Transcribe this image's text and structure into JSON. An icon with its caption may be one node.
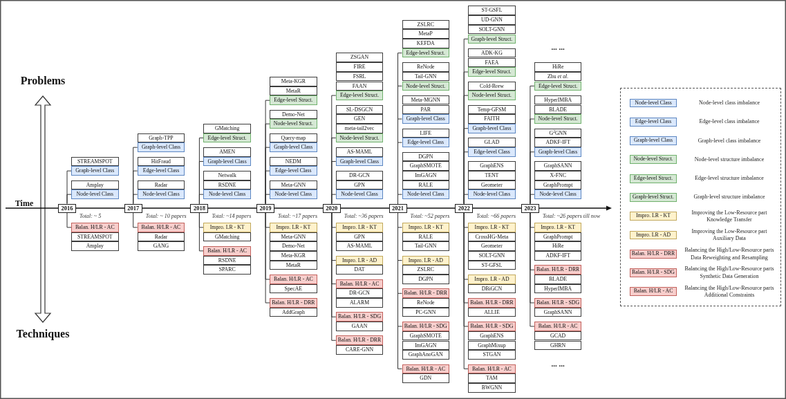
{
  "diagram": {
    "nodes": [
      {
        "text": [
          "STREAMSPOT"
        ]
      },
      {
        "text": [
          "Graph-level Class"
        ]
      },
      {
        "text": [
          "Amplay"
        ]
      },
      {
        "text": [
          "Node-level Class"
        ]
      },
      {
        "text": [
          "2016"
        ],
        "beside": [
          "Total: ~ 5"
        ]
      },
      {
        "text": [
          "Balan. H/LR - AC"
        ]
      },
      {
        "text": [
          "STREAMSPOT"
        ]
      },
      {
        "text": [
          "Amplay"
        ]
      },
      {
        "text": [
          "Graph-TPP"
        ]
      },
      {
        "text": [
          "Graph-level Class"
        ]
      },
      {
        "text": [
          "HitFraud"
        ]
      },
      {
        "text": [
          "Edge-level Class"
        ]
      },
      {
        "text": [
          "Radar"
        ]
      },
      {
        "text": [
          "Node-level Class"
        ]
      },
      {
        "text": [
          "2017"
        ],
        "beside": [
          "Total: ~ 10 papers"
        ]
      },
      {
        "text": [
          "Balan. H/LR - AC"
        ]
      },
      {
        "text": [
          "Radar"
        ]
      },
      {
        "text": [
          "GANG"
        ]
      },
      {
        "text": [
          "GMatching"
        ]
      },
      {
        "text": [
          "Edge-level Struct."
        ]
      },
      {
        "text": [
          "AMEN"
        ]
      },
      {
        "text": [
          "Graph-level Class"
        ]
      },
      {
        "text": [
          "Netwalk"
        ]
      },
      {
        "text": [
          "RSDNE"
        ]
      },
      {
        "text": [
          "Node-level Class"
        ]
      },
      {
        "text": [
          "2018"
        ],
        "beside": [
          "Total: ~14 papers"
        ]
      },
      {
        "text": [
          "Impro. LR - KT"
        ]
      },
      {
        "text": [
          "GMatching"
        ]
      },
      {
        "text": [
          "Balan. H/LR - AC"
        ]
      },
      {
        "text": [
          "RSDNE"
        ]
      },
      {
        "text": [
          "SPARC"
        ]
      },
      {
        "text": [
          "Meta-KGR"
        ]
      },
      {
        "text": [
          "MetaR"
        ]
      },
      {
        "text": [
          "Edge-level Struct."
        ]
      },
      {
        "text": [
          "Demo-Net"
        ]
      },
      {
        "text": [
          "Node-level Struct."
        ]
      },
      {
        "text": [
          "Query-map"
        ]
      },
      {
        "text": [
          "Graph-level Class"
        ]
      },
      {
        "text": [
          "NEDM"
        ]
      },
      {
        "text": [
          "Edge-level Class"
        ]
      },
      {
        "text": [
          "Meta-GNN"
        ]
      },
      {
        "text": [
          "Node-level Class"
        ]
      },
      {
        "text": [
          "2019"
        ],
        "beside": [
          "Total: ~17 papers"
        ]
      },
      {
        "text": [
          "Impro. LR - KT"
        ]
      },
      {
        "text": [
          "Meta-GNN"
        ]
      },
      {
        "text": [
          "Demo-Net"
        ]
      },
      {
        "text": [
          "Meta-KGR"
        ]
      },
      {
        "text": [
          "MetaR"
        ]
      },
      {
        "text": [
          "Balan. H/LR - AC"
        ]
      },
      {
        "text": [
          "SpecAE"
        ]
      },
      {
        "text": [
          "Balan. H/LR - DRR"
        ]
      },
      {
        "text": [
          "AddGraph"
        ]
      },
      {
        "text": [
          "ZSGAN"
        ]
      },
      {
        "text": [
          "FIRE"
        ]
      },
      {
        "text": [
          "FSRL"
        ]
      },
      {
        "text": [
          "FAAN"
        ]
      },
      {
        "text": [
          "Edge-level Struct."
        ]
      },
      {
        "text": [
          "SL-DSGCN"
        ]
      },
      {
        "text": [
          "GEN"
        ]
      },
      {
        "text": [
          "meta-tail2vec"
        ]
      },
      {
        "text": [
          "Node-level Struct."
        ]
      },
      {
        "text": [
          "AS-MAML"
        ]
      },
      {
        "text": [
          "Graph-level Class"
        ]
      },
      {
        "text": [
          "DR-GCN"
        ]
      },
      {
        "text": [
          "GPN"
        ]
      },
      {
        "text": [
          "Node-level Class"
        ]
      },
      {
        "text": [
          "2020"
        ],
        "beside": [
          "Total: ~36 papers"
        ]
      },
      {
        "text": [
          "Impro. LR - KT"
        ]
      },
      {
        "text": [
          "GPN"
        ]
      },
      {
        "text": [
          "AS-MAML"
        ]
      },
      {
        "text": [
          "Impro. LR - AD"
        ]
      },
      {
        "text": [
          "DAT"
        ]
      },
      {
        "text": [
          "Balan. H/LR - AC"
        ]
      },
      {
        "text": [
          "DR-GCN"
        ]
      },
      {
        "text": [
          "ALARM"
        ]
      },
      {
        "text": [
          "Balan. H/LR - SDG"
        ]
      },
      {
        "text": [
          "GAAN"
        ]
      },
      {
        "text": [
          "Balan. H/LR - DRR"
        ]
      },
      {
        "text": [
          "CARE-GNN"
        ]
      },
      {
        "text": [
          "ZSLRC"
        ]
      },
      {
        "text": [
          "MetaP"
        ]
      },
      {
        "text": [
          "KEFDA"
        ]
      },
      {
        "text": [
          "Edge-level Struct."
        ]
      },
      {
        "text": [
          "ReNode"
        ]
      },
      {
        "text": [
          "Tail-GNN"
        ]
      },
      {
        "text": [
          "Node-level Struct."
        ]
      },
      {
        "text": [
          "Meta-MGNN"
        ]
      },
      {
        "text": [
          "PAR"
        ]
      },
      {
        "text": [
          "Graph-level Class"
        ]
      },
      {
        "text": [
          "LIFE"
        ]
      },
      {
        "text": [
          "Edge-level Class"
        ]
      },
      {
        "text": [
          "DGPN"
        ]
      },
      {
        "text": [
          "GraphSMOTE"
        ]
      },
      {
        "text": [
          "ImGAGN"
        ]
      },
      {
        "text": [
          "RALE"
        ]
      },
      {
        "text": [
          "Node-level Class"
        ]
      },
      {
        "text": [
          "2021"
        ],
        "beside": [
          "Total: ~52 papers"
        ]
      },
      {
        "text": [
          "Impro. LR - KT"
        ]
      },
      {
        "text": [
          "RALE"
        ]
      },
      {
        "text": [
          "Tail-GNN"
        ]
      },
      {
        "text": [
          "Impro. LR - AD"
        ]
      },
      {
        "text": [
          "ZSLRC"
        ]
      },
      {
        "text": [
          "DGPN"
        ]
      },
      {
        "text": [
          "Balan. H/LR - DRR"
        ]
      },
      {
        "text": [
          "ReNode"
        ]
      },
      {
        "text": [
          "PC-GNN"
        ]
      },
      {
        "text": [
          "Balan. H/LR - SDG"
        ]
      },
      {
        "text": [
          "GraphSMOTE"
        ]
      },
      {
        "text": [
          "ImGAGN"
        ]
      },
      {
        "text": [
          "GraphAnoGAN"
        ]
      },
      {
        "text": [
          "Balan. H/LR - AC"
        ]
      },
      {
        "text": [
          "GDN"
        ]
      },
      {
        "text": [
          "ST-GSFL"
        ]
      },
      {
        "text": [
          "UD-GNN"
        ]
      },
      {
        "text": [
          "SOLT-GNN"
        ]
      },
      {
        "text": [
          "Graph-level Struct."
        ]
      },
      {
        "text": [
          "ADK-KG"
        ]
      },
      {
        "text": [
          "FAEA"
        ]
      },
      {
        "text": [
          "Edge-level Struct."
        ]
      },
      {
        "text": [
          "Cold-Brew"
        ]
      },
      {
        "text": [
          "Node-level Struct."
        ]
      },
      {
        "text": [
          "Temp-GFSM"
        ]
      },
      {
        "text": [
          "FAITH"
        ]
      },
      {
        "text": [
          "Graph-level Class"
        ]
      },
      {
        "text": [
          "GLAD"
        ]
      },
      {
        "text": [
          "Edge-level Class"
        ]
      },
      {
        "text": [
          "GraphENS"
        ]
      },
      {
        "text": [
          "TENT"
        ]
      },
      {
        "text": [
          "Geometer"
        ]
      },
      {
        "text": [
          "Node-level Class"
        ]
      },
      {
        "text": [
          "2022"
        ],
        "beside": [
          "Total: ~66 papers"
        ]
      },
      {
        "text": [
          "Impro. LR - KT"
        ]
      },
      {
        "text": [
          "CrossHG-Meta"
        ]
      },
      {
        "text": [
          "Geometer"
        ]
      },
      {
        "text": [
          "SOLT-GNN"
        ]
      },
      {
        "text": [
          "ST-GFSL"
        ]
      },
      {
        "text": [
          "Impro. LR - AD"
        ]
      },
      {
        "text": [
          "DBiGCN"
        ]
      },
      {
        "text": [
          "Balan. H/LR - DRR"
        ]
      },
      {
        "text": [
          "ALLIE"
        ]
      },
      {
        "text": [
          "Balan. H/LR - SDG"
        ]
      },
      {
        "text": [
          "GraphENS"
        ]
      },
      {
        "text": [
          "GraphMixup"
        ]
      },
      {
        "text": [
          "STGAN"
        ]
      },
      {
        "text": [
          "Balan. H/LR - AC"
        ]
      },
      {
        "text": [
          "TAM"
        ]
      },
      {
        "text": [
          "BWGNN"
        ]
      },
      {
        "text": [
          "HiRe"
        ]
      },
      {
        "text": [
          "Zhu *et al.*"
        ]
      },
      {
        "text": [
          "Edge-level Struct."
        ]
      },
      {
        "text": [
          "HyperIMBA"
        ]
      },
      {
        "text": [
          "BLADE"
        ]
      },
      {
        "text": [
          "Node-level Struct."
        ]
      },
      {
        "text": [
          "G$^{2}$GNN"
        ]
      },
      {
        "text": [
          "ADKF-IFT"
        ]
      },
      {
        "text": [
          "Graph-level Class"
        ]
      },
      {
        "text": [
          "GraphSANN"
        ]
      },
      {
        "text": [
          "X-FNC"
        ]
      },
      {
        "text": [
          "GraphPrompt"
        ]
      },
      {
        "text": [
          "Node-level Class"
        ]
      },
      {
        "text": [
          "2023"
        ],
        "beside": [
          "Total: ~26 papers till now"
        ]
      },
      {
        "text": [
          "Impro. LR - KT"
        ]
      },
      {
        "text": [
          "GraphPrompt"
        ]
      },
      {
        "text": [
          "HiRe"
        ]
      },
      {
        "text": [
          "ADKF-IFT"
        ]
      },
      {
        "text": [
          "Balan. H/LR - DRR"
        ]
      },
      {
        "text": [
          "BLADE"
        ]
      },
      {
        "text": [
          "HyperIMBA"
        ]
      },
      {
        "text": [
          "Balan. H/LR - SDG"
        ]
      },
      {
        "text": [
          "GraphSANN"
        ]
      },
      {
        "text": [
          "Balan. H/LR - AC"
        ]
      },
      {
        "text": [
          "GCAD"
        ]
      },
      {
        "text": [
          "GHRN"
        ]
      }
    ],
    "edges": [
      {
        "from": 4,
        "to": 1,
        "arrow": "none"
      },
      {
        "from": 4,
        "to": 3,
        "arrow": "none"
      },
      {
        "from": 4,
        "to": 5,
        "arrow": "none"
      },
      {
        "from": 14,
        "to": 9,
        "arrow": "none"
      },
      {
        "from": 14,
        "to": 11,
        "arrow": "none"
      },
      {
        "from": 14,
        "to": 13,
        "arrow": "none"
      },
      {
        "from": 14,
        "to": 15,
        "arrow": "none"
      },
      {
        "from": 25,
        "to": 19,
        "arrow": "none"
      },
      {
        "from": 25,
        "to": 21,
        "arrow": "none"
      },
      {
        "from": 25,
        "to": 24,
        "arrow": "none"
      },
      {
        "from": 25,
        "to": 26,
        "arrow": "none"
      },
      {
        "from": 25,
        "to": 28,
        "arrow": "none"
      },
      {
        "from": 42,
        "to": 33,
        "arrow": "none"
      },
      {
        "from": 42,
        "to": 35,
        "arrow": "none"
      },
      {
        "from": 42,
        "to": 37,
        "arrow": "none"
      },
      {
        "from": 42,
        "to": 39,
        "arrow": "none"
      },
      {
        "from": 42,
        "to": 41,
        "arrow": "none"
      },
      {
        "from": 42,
        "to": 43,
        "arrow": "none"
      },
      {
        "from": 42,
        "to": 48,
        "arrow": "none"
      },
      {
        "from": 42,
        "to": 50,
        "arrow": "none"
      },
      {
        "from": 66,
        "to": 56,
        "arrow": "none"
      },
      {
        "from": 66,
        "to": 60,
        "arrow": "none"
      },
      {
        "from": 66,
        "to": 62,
        "arrow": "none"
      },
      {
        "from": 66,
        "to": 65,
        "arrow": "none"
      },
      {
        "from": 66,
        "to": 67,
        "arrow": "none"
      },
      {
        "from": 66,
        "to": 70,
        "arrow": "none"
      },
      {
        "from": 66,
        "to": 72,
        "arrow": "none"
      },
      {
        "from": 66,
        "to": 75,
        "arrow": "none"
      },
      {
        "from": 66,
        "to": 77,
        "arrow": "none"
      },
      {
        "from": 96,
        "to": 82,
        "arrow": "none"
      },
      {
        "from": 96,
        "to": 85,
        "arrow": "none"
      },
      {
        "from": 96,
        "to": 88,
        "arrow": "none"
      },
      {
        "from": 96,
        "to": 90,
        "arrow": "none"
      },
      {
        "from": 96,
        "to": 95,
        "arrow": "none"
      },
      {
        "from": 96,
        "to": 97,
        "arrow": "none"
      },
      {
        "from": 96,
        "to": 100,
        "arrow": "none"
      },
      {
        "from": 96,
        "to": 103,
        "arrow": "none"
      },
      {
        "from": 96,
        "to": 106,
        "arrow": "none"
      },
      {
        "from": 96,
        "to": 110,
        "arrow": "none"
      },
      {
        "from": 130,
        "to": 115,
        "arrow": "none"
      },
      {
        "from": 130,
        "to": 118,
        "arrow": "none"
      },
      {
        "from": 130,
        "to": 120,
        "arrow": "none"
      },
      {
        "from": 130,
        "to": 123,
        "arrow": "none"
      },
      {
        "from": 130,
        "to": 125,
        "arrow": "none"
      },
      {
        "from": 130,
        "to": 129,
        "arrow": "none"
      },
      {
        "from": 130,
        "to": 131,
        "arrow": "none"
      },
      {
        "from": 130,
        "to": 136,
        "arrow": "none"
      },
      {
        "from": 130,
        "to": 138,
        "arrow": "none"
      },
      {
        "from": 130,
        "to": 140,
        "arrow": "none"
      },
      {
        "from": 130,
        "to": 144,
        "arrow": "none"
      },
      {
        "from": 160,
        "to": 149,
        "arrow": "none"
      },
      {
        "from": 160,
        "to": 152,
        "arrow": "none"
      },
      {
        "from": 160,
        "to": 155,
        "arrow": "none"
      },
      {
        "from": 160,
        "to": 159,
        "arrow": "none"
      },
      {
        "from": 160,
        "to": 161,
        "arrow": "none"
      },
      {
        "from": 160,
        "to": 165,
        "arrow": "none"
      },
      {
        "from": 160,
        "to": 168,
        "arrow": "none"
      },
      {
        "from": 160,
        "to": 170,
        "arrow": "none"
      }
    ],
    "labels": [
      "... ...",
      "Problems",
      "Time",
      "Techniques",
      "... ...",
      "Node-level Class",
      "Edge-level Class",
      "Graph-level Class",
      "Node-level Struct.",
      "Edge-level Struct.",
      "Graph-level Struct.",
      "Impro. LR - KT",
      "Impro. LR - AD",
      "Balan. H/LR - DRR",
      "Balan. H/LR - SDG",
      "Balan. H/LR - AC"
    ],
    "legend": [
      {
        "text": "Node-level class imbalance",
        "color": "#dae8fc"
      },
      {
        "text": "Edge-level class imbalance",
        "color": "#dae8fc"
      },
      {
        "text": "Graph-level class imbalance",
        "color": "#dae8fc"
      },
      {
        "text": "Node-level structure imbalance",
        "color": "#d5e8d4"
      },
      {
        "text": "Edge-level structure imbalance",
        "color": "#d5e8d4"
      },
      {
        "text": "Graph-level structure imbalance",
        "color": "#d5e8d4"
      },
      {
        "text": "Improving the Low-Resource part Knowledge Transfer",
        "color": "#fff2cc"
      },
      {
        "text": "Improving the Low-Resource part Auxiliary Data",
        "color": "#fff2cc"
      },
      {
        "text": "Balancing the High/Low-Resource parts Data Reweighting and Resampling",
        "color": "#f8cecc"
      },
      {
        "text": "Balancing the High/Low-Resource parts Synthetic Data Generation",
        "color": "#f8cecc"
      },
      {
        "text": "Balancing the High/Low-Resource parts Additional Constraints",
        "color": "#f8cecc"
      }
    ]
  }
}
